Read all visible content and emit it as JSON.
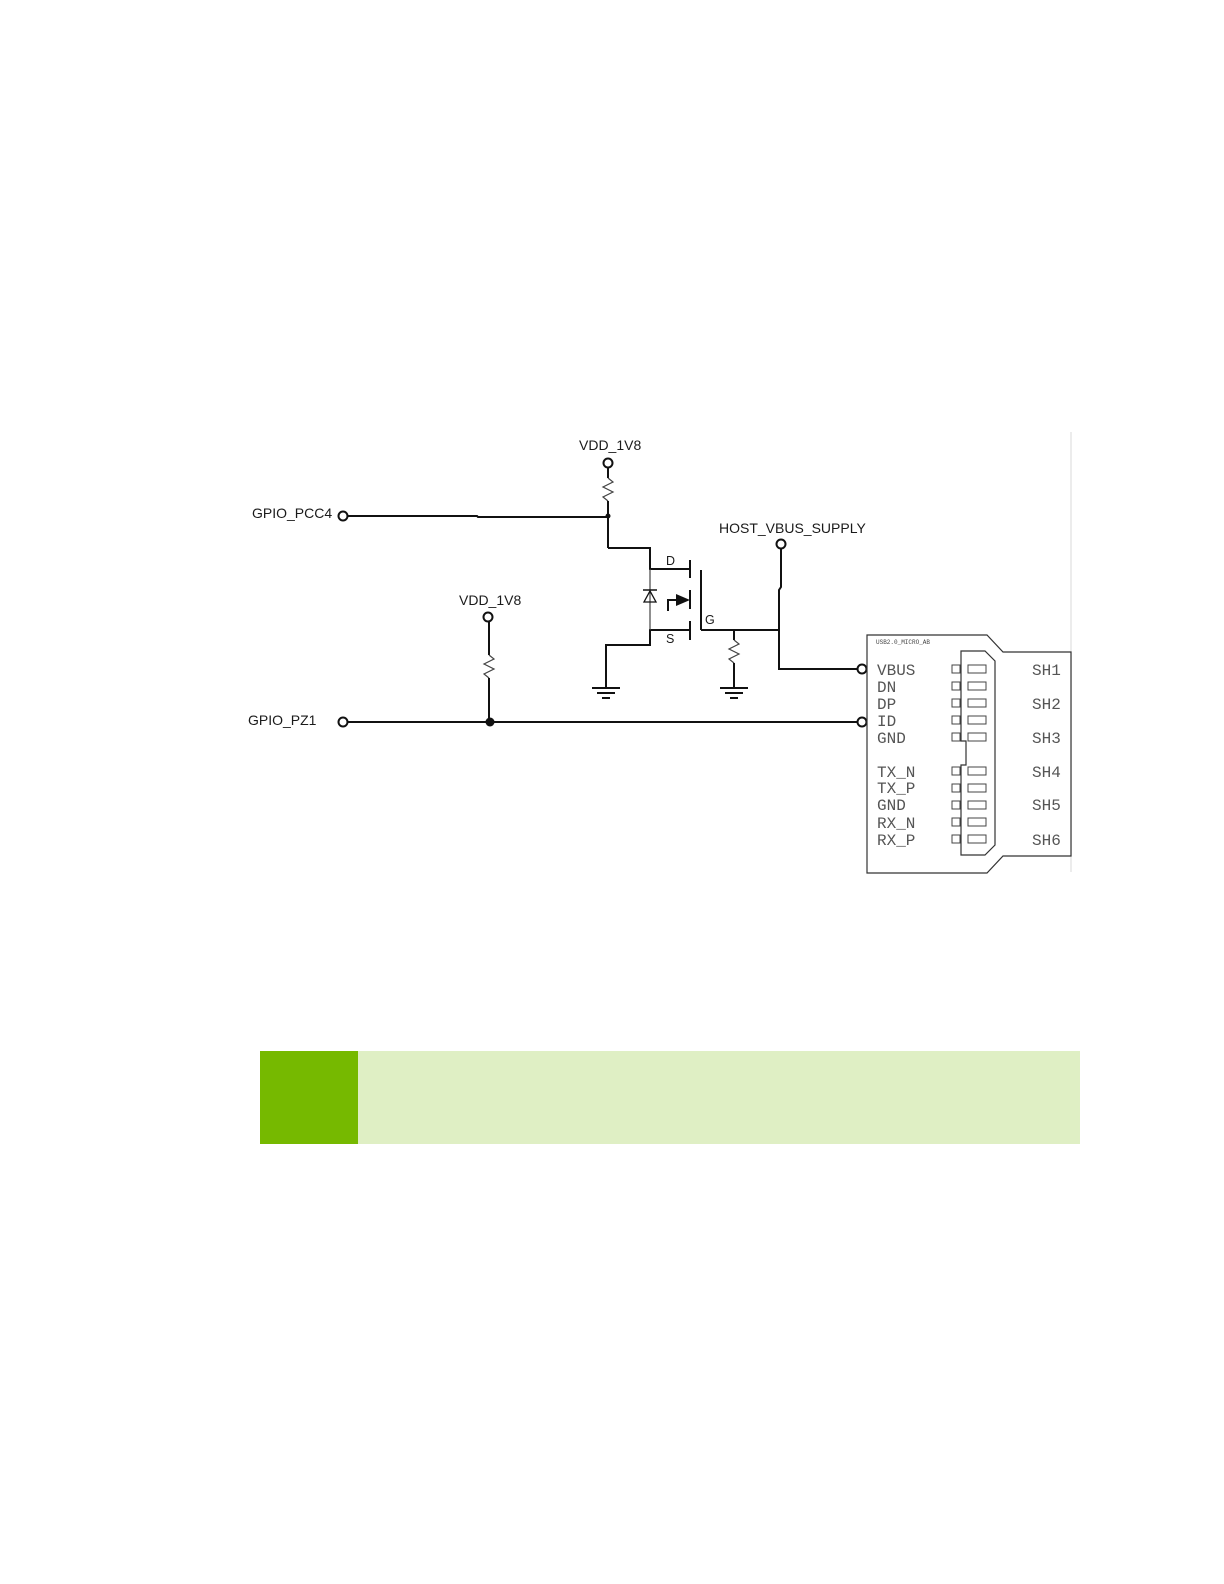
{
  "nets": {
    "vdd_top": "VDD_1V8",
    "vdd_left": "VDD_1V8",
    "gpio_pcc4": "GPIO_PCC4",
    "gpio_pz1": "GPIO_PZ1",
    "host_vbus": "HOST_VBUS_SUPPLY"
  },
  "mosfet": {
    "drain": "D",
    "source": "S",
    "gate": "G"
  },
  "connector": {
    "title": "USB2.0_MICRO_AB",
    "pins": [
      "VBUS",
      "DN",
      "DP",
      "ID",
      "GND",
      "TX_N",
      "TX_P",
      "GND",
      "RX_N",
      "RX_P"
    ],
    "shields": [
      "SH1",
      "SH2",
      "SH3",
      "SH4",
      "SH5",
      "SH6"
    ]
  },
  "colors": {
    "accent": "#76b900",
    "note_background": "#dfefc4"
  }
}
